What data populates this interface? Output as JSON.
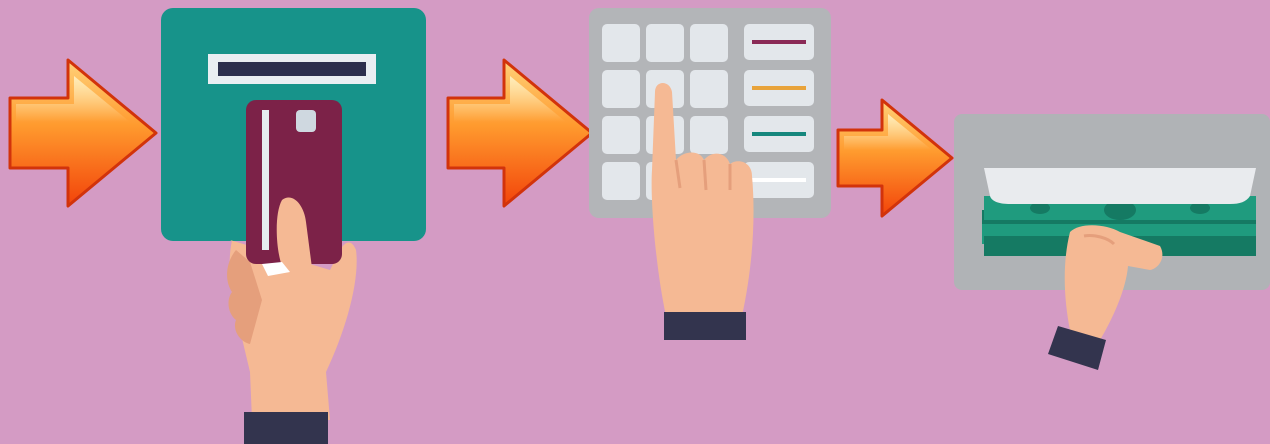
{
  "colors": {
    "background": "#d49bc4",
    "arrow_light": "#ffcf6a",
    "arrow_dark": "#f3480b",
    "arrow_outline": "#d2330b",
    "card_reader": "#17938a",
    "card_slot_frame": "#e9eef2",
    "card_slot": "#2c2f4d",
    "card": "#7c2248",
    "card_chip": "#cfd8e0",
    "keypad_panel": "#b3b5b8",
    "keypad_key": "#e3e7eb",
    "keypad_line_red": "#8a2a56",
    "keypad_line_orange": "#e8a33a",
    "keypad_line_teal": "#16877d",
    "cash_slot": "#b0b3b6",
    "cash_lip": "#e9ebee",
    "banknote": "#1f9b7e",
    "banknote_dark": "#157a63",
    "skin": "#f5b994",
    "skin_shade": "#e59f7c",
    "sleeve": "#33344e"
  },
  "steps": [
    {
      "name": "insert-card",
      "icon": "card-reader-icon"
    },
    {
      "name": "enter-pin",
      "icon": "keypad-icon"
    },
    {
      "name": "take-cash",
      "icon": "cash-dispenser-icon"
    }
  ],
  "arrows": [
    "arrow-right-icon",
    "arrow-right-icon",
    "arrow-right-icon"
  ]
}
